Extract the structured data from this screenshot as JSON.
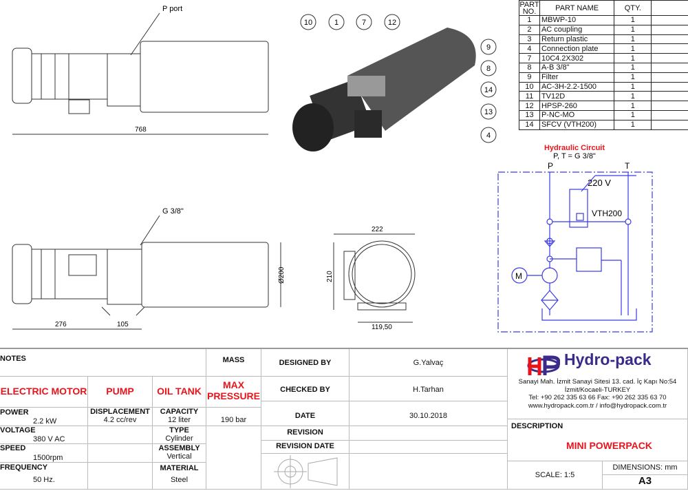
{
  "drawing": {
    "labels": {
      "p_port": "P port",
      "dim_768": "768",
      "g38": "G 3/8\"",
      "dim_276": "276",
      "dim_105": "105",
      "dim_222": "222",
      "dim_210": "210",
      "dim_d200": "Ø200",
      "dim_11950": "119,50"
    },
    "balloons": [
      "10",
      "1",
      "7",
      "12",
      "9",
      "8",
      "14",
      "13",
      "4"
    ]
  },
  "parts_table": {
    "headers": [
      "PART NO.",
      "PART NAME",
      "QTY."
    ],
    "rows": [
      {
        "no": "1",
        "name": "MBWP-10",
        "qty": "1"
      },
      {
        "no": "2",
        "name": "AC coupling",
        "qty": "1"
      },
      {
        "no": "3",
        "name": "Return plastic",
        "qty": "1"
      },
      {
        "no": "4",
        "name": "Connection plate",
        "qty": "1"
      },
      {
        "no": "7",
        "name": "10C4.2X302",
        "qty": "1"
      },
      {
        "no": "8",
        "name": "A-B 3/8\"",
        "qty": "1"
      },
      {
        "no": "9",
        "name": "Filter",
        "qty": "1"
      },
      {
        "no": "10",
        "name": "AC-3H-2.2-1500",
        "qty": "1"
      },
      {
        "no": "11",
        "name": "TV12D",
        "qty": "1"
      },
      {
        "no": "12",
        "name": "HPSP-260",
        "qty": "1"
      },
      {
        "no": "13",
        "name": "P-NC-MO",
        "qty": "1"
      },
      {
        "no": "14",
        "name": "SFCV (VTH200)",
        "qty": "1"
      }
    ]
  },
  "circuit": {
    "title": "Hydraulic Circuit",
    "subtitle": "P, T = G 3/8\"",
    "p": "P",
    "t": "T",
    "voltage": "220 V",
    "valve": "VTH200",
    "motor": "M"
  },
  "title_block": {
    "notes": "NOTES",
    "mass": "MASS",
    "motor": {
      "title": "ELECTRIC MOTOR",
      "power_label": "POWER",
      "power": "2.2 kW",
      "voltage_label": "VOLTAGE",
      "voltage": "380 V AC",
      "speed_label": "SPEED",
      "speed": "1500rpm",
      "frequency_label": "FREQUENCY",
      "frequency": "50 Hz."
    },
    "pump": {
      "title": "PUMP",
      "displacement_label": "DISPLACEMENT",
      "displacement": "4.2 cc/rev"
    },
    "tank": {
      "title": "OIL TANK",
      "capacity_label": "CAPACITY",
      "capacity": "12 liter",
      "type_label": "TYPE",
      "type": "Cylinder",
      "assembly_label": "ASSEMBLY",
      "assembly": "Vertical",
      "material_label": "MATERIAL",
      "material": "Steel"
    },
    "pressure": {
      "title1": "MAX",
      "title2": "PRESSURE",
      "value": "190 bar"
    },
    "designed_by_label": "DESIGNED BY",
    "designed_by": "G.Yalvaç",
    "checked_by_label": "CHECKED BY",
    "checked_by": "H.Tarhan",
    "date_label": "DATE",
    "date": "30.10.2018",
    "revision_label": "REVISION",
    "revision_date_label": "REVISION DATE",
    "company": {
      "logo": "Hydro-pack",
      "address1": "Sanayi Mah. İzmit Sanayi Sitesi 13. cad. İç Kapı No:54",
      "address2": "İzmit/Kocaeli-TURKEY",
      "phone": "Tel: +90 262 335 63 66 Fax: +90 262 335 63 70",
      "web": "www.hydropack.com.tr / info@hydropack.com.tr"
    },
    "description_label": "DESCRIPTION",
    "description": "MINI POWERPACK",
    "scale": "SCALE: 1:5",
    "dimensions": "DIMENSIONS: mm",
    "sheet": "A3"
  },
  "colors": {
    "accent_red": "#e8141c",
    "circuit_blue": "#3a3ae8",
    "logo_purple": "#3b2a8a"
  }
}
